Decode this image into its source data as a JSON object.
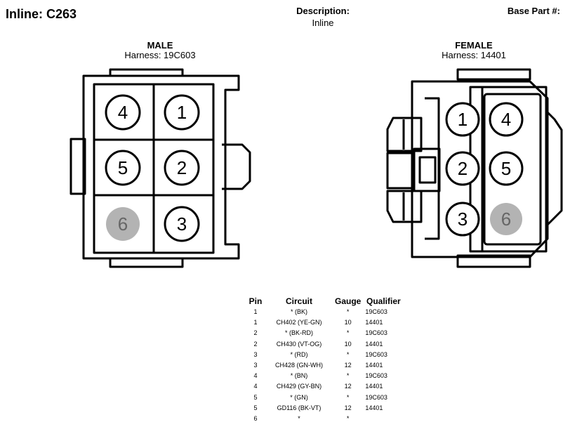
{
  "header": {
    "title": "Inline: C263",
    "description_label": "Description:",
    "description_value": "Inline",
    "base_part_label": "Base Part #:"
  },
  "male": {
    "title": "MALE",
    "harness": "Harness: 19C603",
    "pins": [
      {
        "label": "4",
        "shaded": false
      },
      {
        "label": "1",
        "shaded": false
      },
      {
        "label": "5",
        "shaded": false
      },
      {
        "label": "2",
        "shaded": false
      },
      {
        "label": "6",
        "shaded": true
      },
      {
        "label": "3",
        "shaded": false
      }
    ]
  },
  "female": {
    "title": "FEMALE",
    "harness": "Harness: 14401",
    "pins": [
      {
        "label": "1",
        "shaded": false
      },
      {
        "label": "4",
        "shaded": false
      },
      {
        "label": "2",
        "shaded": false
      },
      {
        "label": "5",
        "shaded": false
      },
      {
        "label": "3",
        "shaded": false
      },
      {
        "label": "6",
        "shaded": true
      }
    ]
  },
  "colors": {
    "line": "#000000",
    "shaded_pin": "#b3b3b3",
    "shaded_text": "#666666"
  },
  "table": {
    "headers": [
      "Pin",
      "Circuit",
      "Gauge",
      "Qualifier"
    ],
    "rows": [
      {
        "pin": "1",
        "circuit": "* (BK)",
        "gauge": "*",
        "qualifier": "19C603"
      },
      {
        "pin": "1",
        "circuit": "CH402 (YE-GN)",
        "gauge": "10",
        "qualifier": "14401"
      },
      {
        "pin": "2",
        "circuit": "* (BK-RD)",
        "gauge": "*",
        "qualifier": "19C603"
      },
      {
        "pin": "2",
        "circuit": "CH430 (VT-OG)",
        "gauge": "10",
        "qualifier": "14401"
      },
      {
        "pin": "3",
        "circuit": "* (RD)",
        "gauge": "*",
        "qualifier": "19C603"
      },
      {
        "pin": "3",
        "circuit": "CH428 (GN-WH)",
        "gauge": "12",
        "qualifier": "14401"
      },
      {
        "pin": "4",
        "circuit": "* (BN)",
        "gauge": "*",
        "qualifier": "19C603"
      },
      {
        "pin": "4",
        "circuit": "CH429 (GY-BN)",
        "gauge": "12",
        "qualifier": "14401"
      },
      {
        "pin": "5",
        "circuit": "* (GN)",
        "gauge": "*",
        "qualifier": "19C603"
      },
      {
        "pin": "5",
        "circuit": "GD116 (BK-VT)",
        "gauge": "12",
        "qualifier": "14401"
      },
      {
        "pin": "6",
        "circuit": "*",
        "gauge": "*",
        "qualifier": ""
      }
    ]
  }
}
